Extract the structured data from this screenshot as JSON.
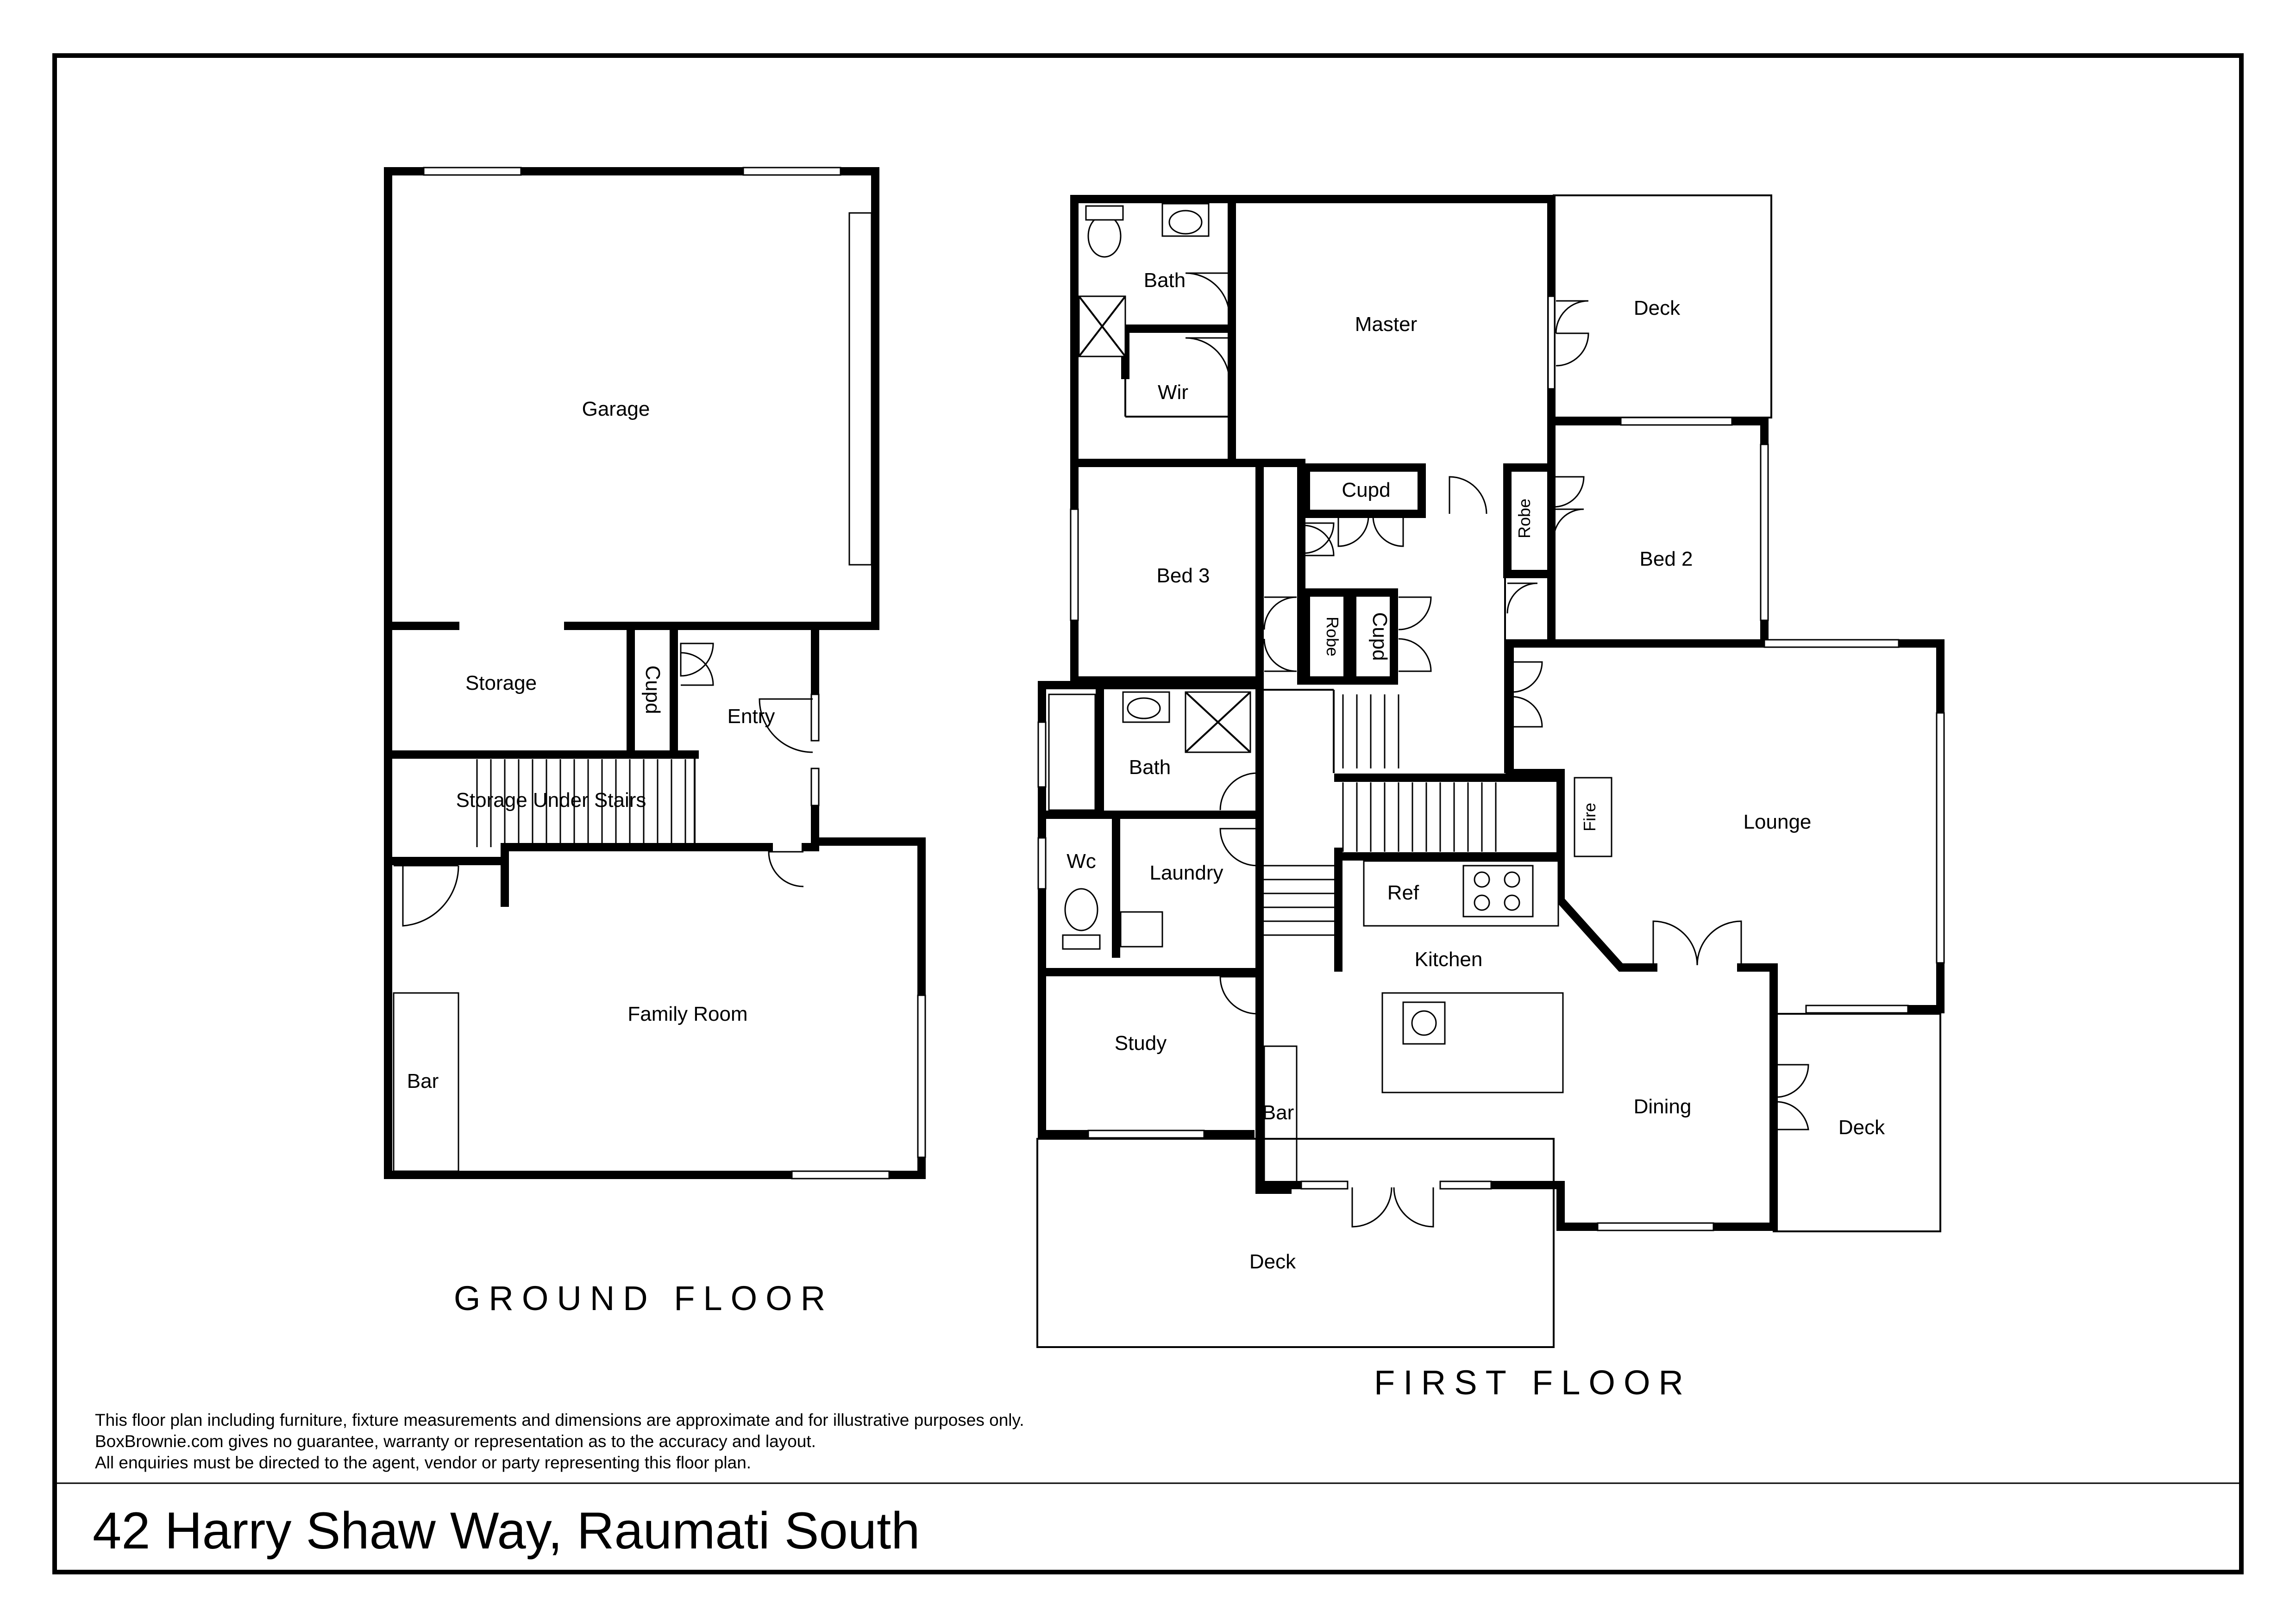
{
  "ground_floor": {
    "title": "GROUND FLOOR",
    "rooms": {
      "garage": "Garage",
      "storage": "Storage",
      "cupd": "Cupd",
      "entry": "Entry",
      "storage_under_stairs": "Storage Under Stairs",
      "family_room": "Family Room",
      "bar": "Bar"
    }
  },
  "first_floor": {
    "title": "FIRST FLOOR",
    "rooms": {
      "bath_top": "Bath",
      "master": "Master",
      "deck_top": "Deck",
      "wir": "Wir",
      "cupd_top": "Cupd",
      "robe_right": "Robe",
      "bed_2": "Bed 2",
      "bed_3": "Bed 3",
      "robe_left": "Robe",
      "cupd_small": "Cupd",
      "bath_mid": "Bath",
      "fire": "Fire",
      "lounge": "Lounge",
      "wc": "Wc",
      "laundry": "Laundry",
      "ref": "Ref",
      "kitchen": "Kitchen",
      "study": "Study",
      "bar": "Bar",
      "dining": "Dining",
      "deck_right": "Deck",
      "deck_bottom": "Deck"
    }
  },
  "disclaimer": {
    "line1": "This floor plan including furniture, fixture measurements and dimensions are approximate and for illustrative purposes only.",
    "line2": "BoxBrownie.com gives no guarantee, warranty or representation as to the accuracy and layout.",
    "line3": "All enquiries must be directed to the agent, vendor or party representing this floor plan."
  },
  "address": "42 Harry Shaw Way, Raumati South"
}
